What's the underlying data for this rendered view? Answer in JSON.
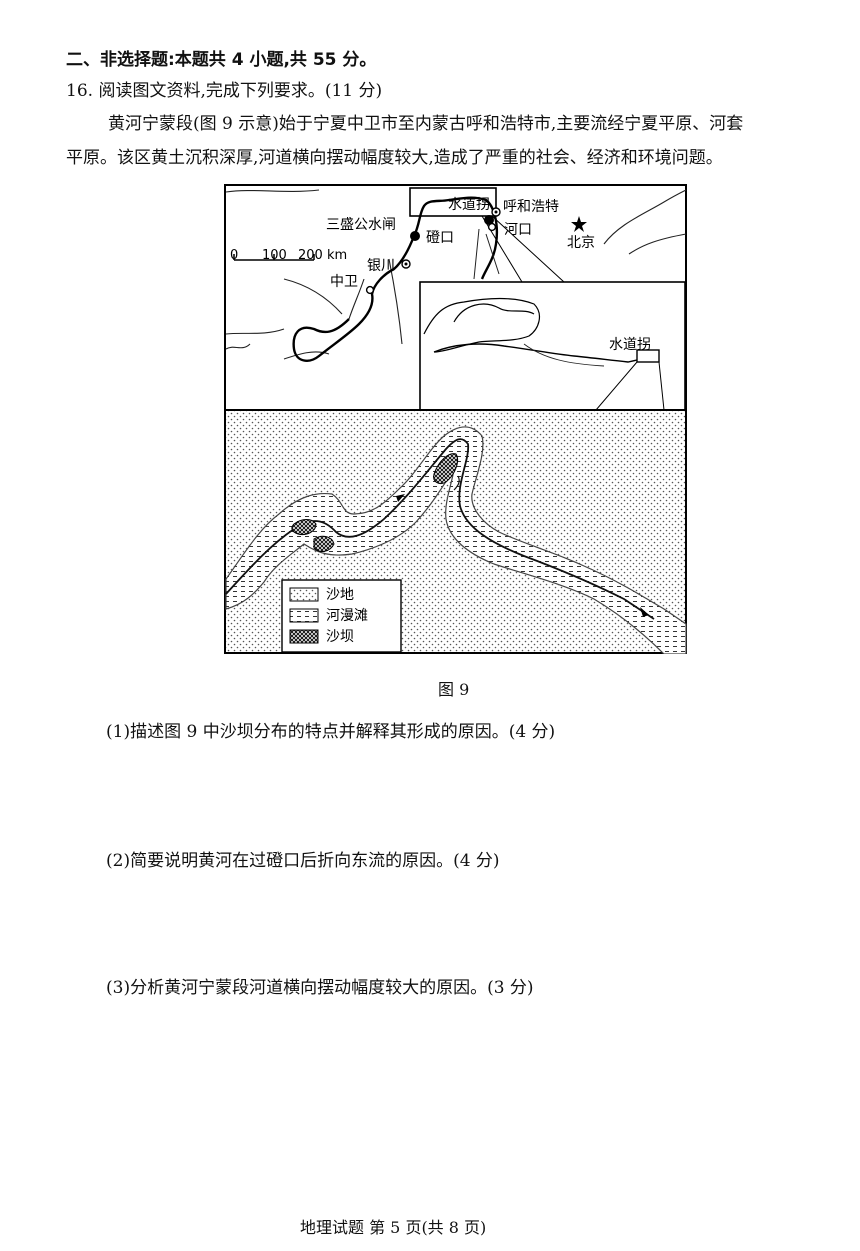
{
  "section_title": "二、非选择题:本题共 4 小题,共 55 分。",
  "question": {
    "stem": "16. 阅读图文资料,完成下列要求。(11 分)",
    "paragraph_line1": "黄河宁蒙段(图 9 示意)始于宁夏中卫市至内蒙古呼和浩特市,主要流经宁夏平原、河套",
    "paragraph_line2": "平原。该区黄土沉积深厚,河道横向摆动幅度较大,造成了严重的社会、经济和环境问题。"
  },
  "map": {
    "labels": {
      "shuidaoguai_top": "水道拐",
      "huhehaote": "呼和浩特",
      "sanshenggong": "三盛公水闸",
      "dengkou": "磴口",
      "hekou": "河口",
      "beijing": "北京",
      "yinchuan": "银川",
      "zhongwei": "中卫",
      "shuidaoguai_inset": "水道拐"
    },
    "scale": {
      "tick0": "0",
      "tick1": "100",
      "tick2": "200 km"
    },
    "legend": [
      {
        "label": "沙地"
      },
      {
        "label": "河漫滩"
      },
      {
        "label": "沙坝"
      }
    ]
  },
  "figure_caption": "图 9",
  "sub_questions": [
    {
      "text": "(1)描述图 9 中沙坝分布的特点并解释其形成的原因。(4 分)"
    },
    {
      "text": "(2)简要说明黄河在过磴口后折向东流的原因。(4 分)"
    },
    {
      "text": "(3)分析黄河宁蒙段河道横向摆动幅度较大的原因。(3 分)"
    }
  ],
  "footer": "地理试题 第 5 页(共 8 页)"
}
